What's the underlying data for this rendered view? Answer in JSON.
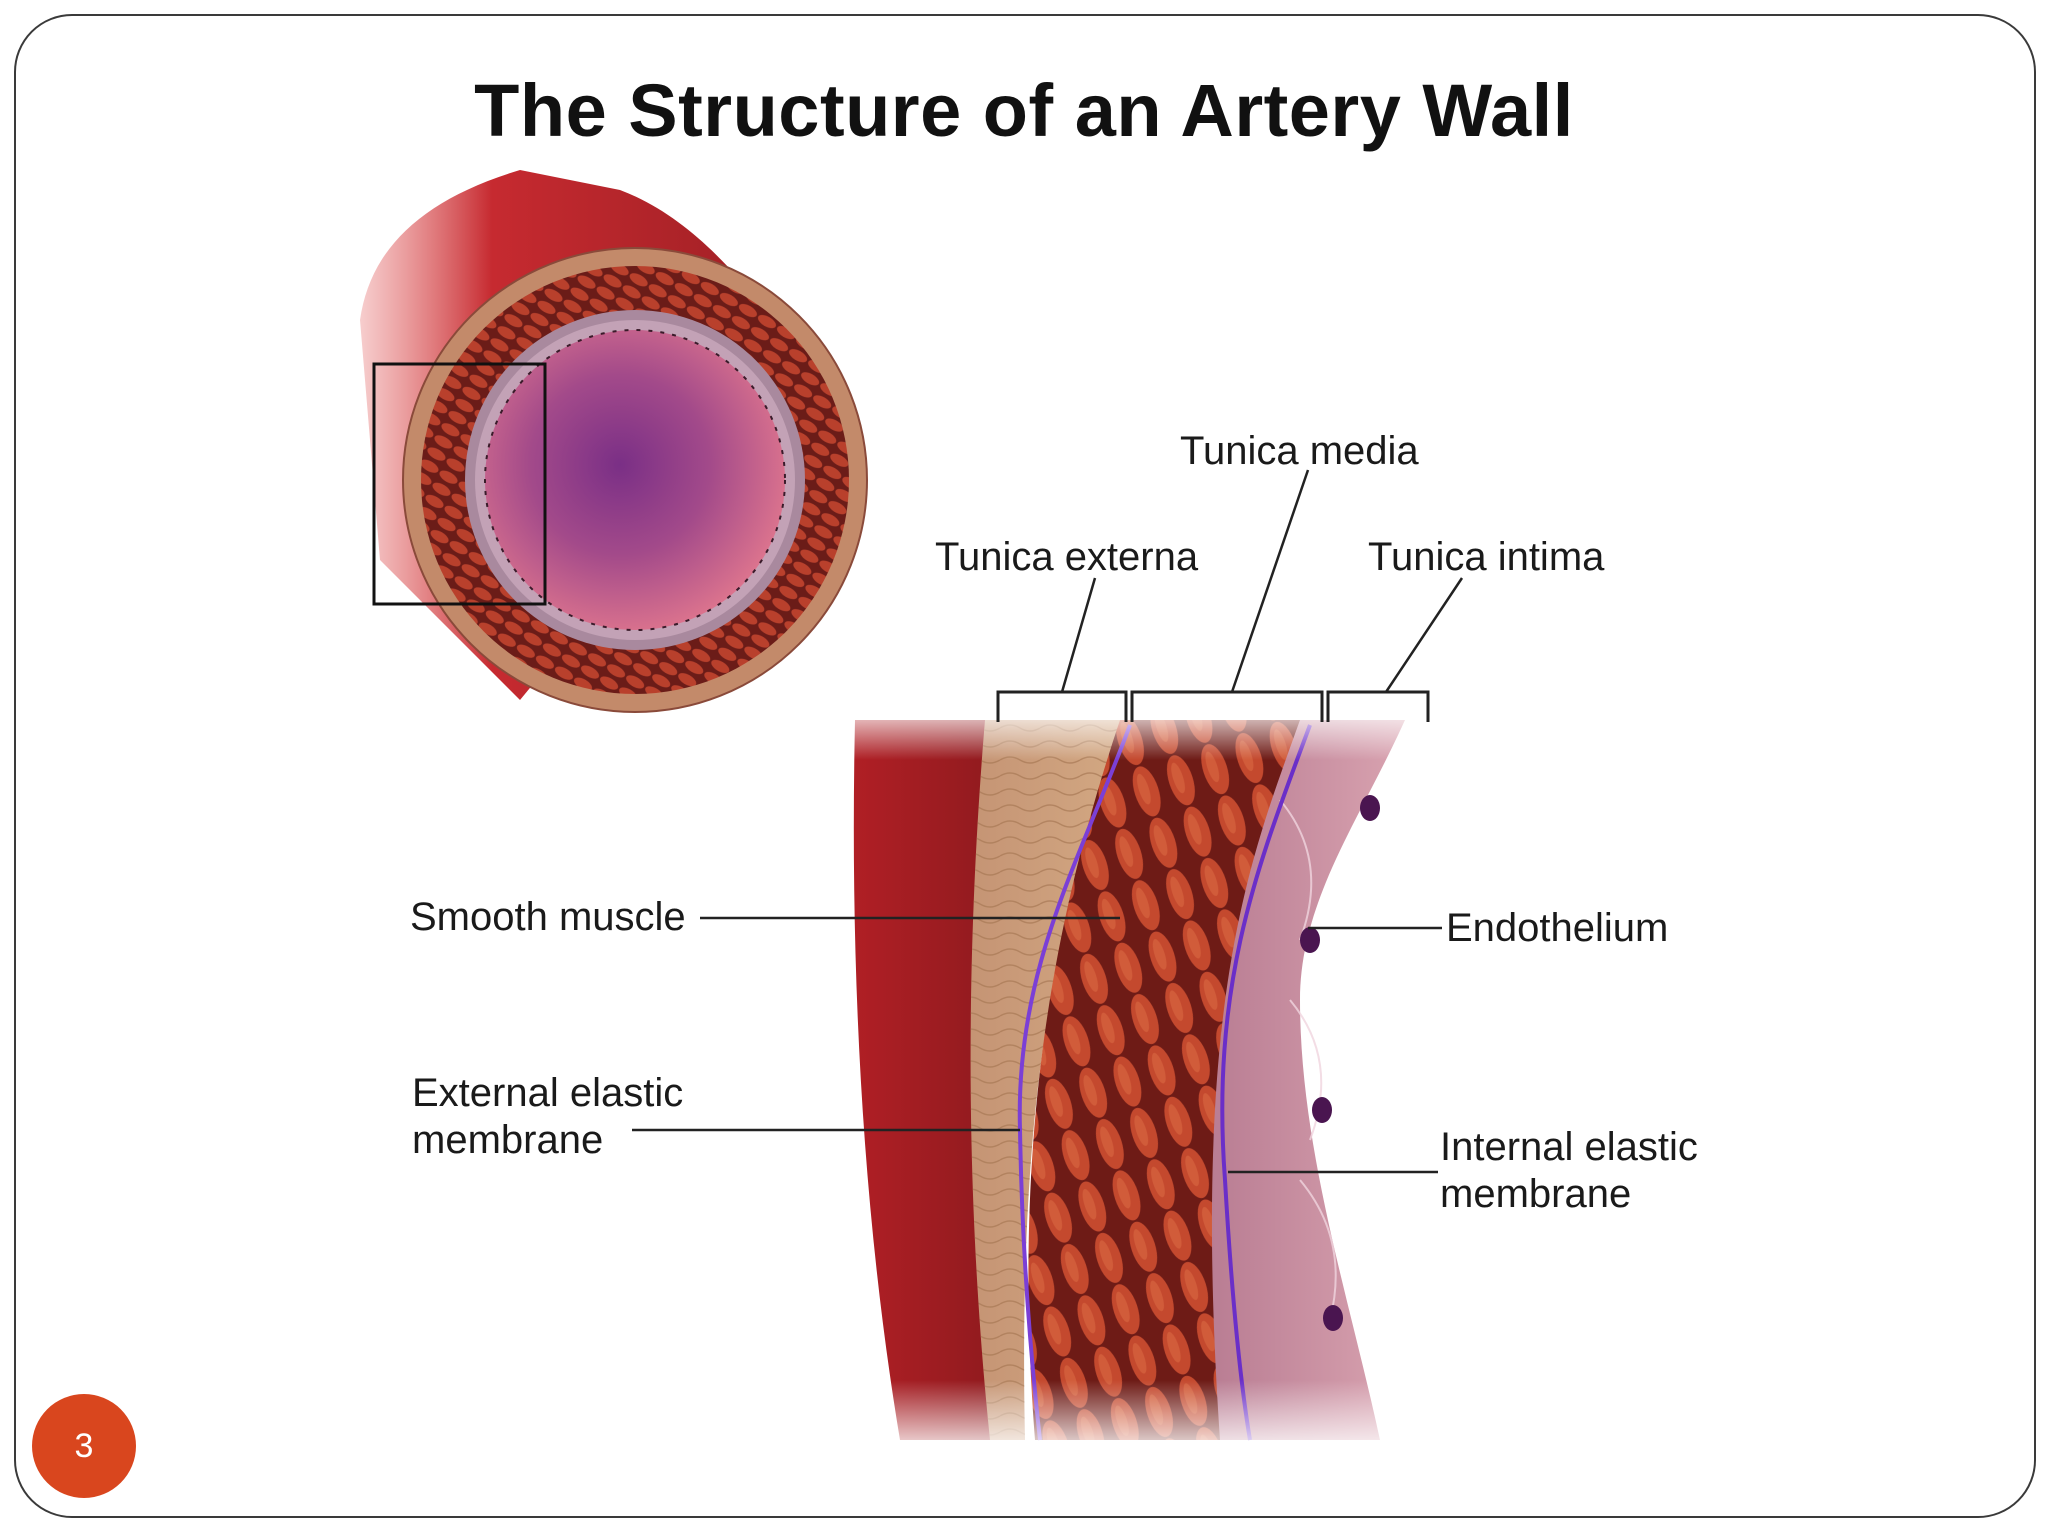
{
  "title": "The Structure of an Artery Wall",
  "labels": {
    "tunica_media": "Tunica media",
    "tunica_externa": "Tunica externa",
    "tunica_intima": "Tunica intima",
    "smooth_muscle": "Smooth muscle",
    "endothelium": "Endothelium",
    "external_elastic_line1": "External elastic",
    "external_elastic_line2": "membrane",
    "internal_elastic_line1": "Internal elastic",
    "internal_elastic_line2": "membrane"
  },
  "page_number": "3",
  "colors": {
    "badge": "#d9461e",
    "artery_outer": "#b5282c",
    "externa": "#c79a72",
    "media": "#a83a24",
    "intima": "#b78aa8",
    "lumen": "#a0507a",
    "elastic_membrane": "#7b3fd6"
  }
}
